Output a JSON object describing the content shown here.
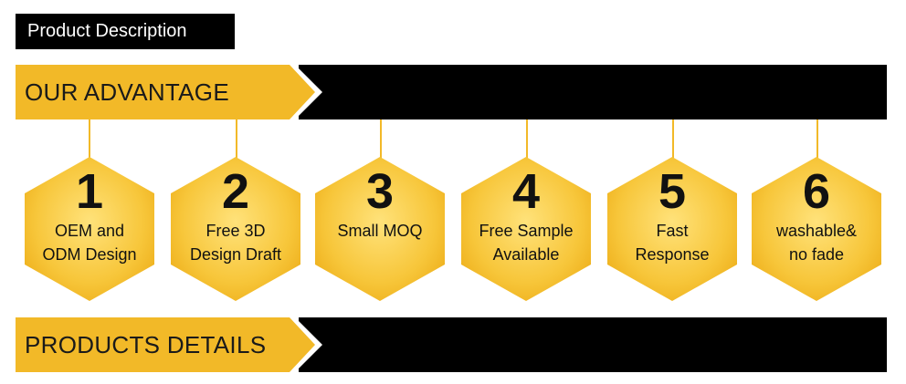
{
  "header": {
    "tag_label": "Product Description"
  },
  "advantage_banner": {
    "title": "OUR ADVANTAGE"
  },
  "details_banner": {
    "title": "PRODUCTS DETAILS"
  },
  "advantages": [
    {
      "number": "1",
      "text": "OEM and\nODM Design"
    },
    {
      "number": "2",
      "text": "Free 3D\nDesign Draft"
    },
    {
      "number": "3",
      "text": "Small MOQ"
    },
    {
      "number": "4",
      "text": "Free Sample\nAvailable"
    },
    {
      "number": "5",
      "text": "Fast\nResponse"
    },
    {
      "number": "6",
      "text": "washable&\nno fade"
    }
  ],
  "colors": {
    "accent": "#f2b928",
    "accent_light": "#ffe27a",
    "dark": "#000000"
  }
}
